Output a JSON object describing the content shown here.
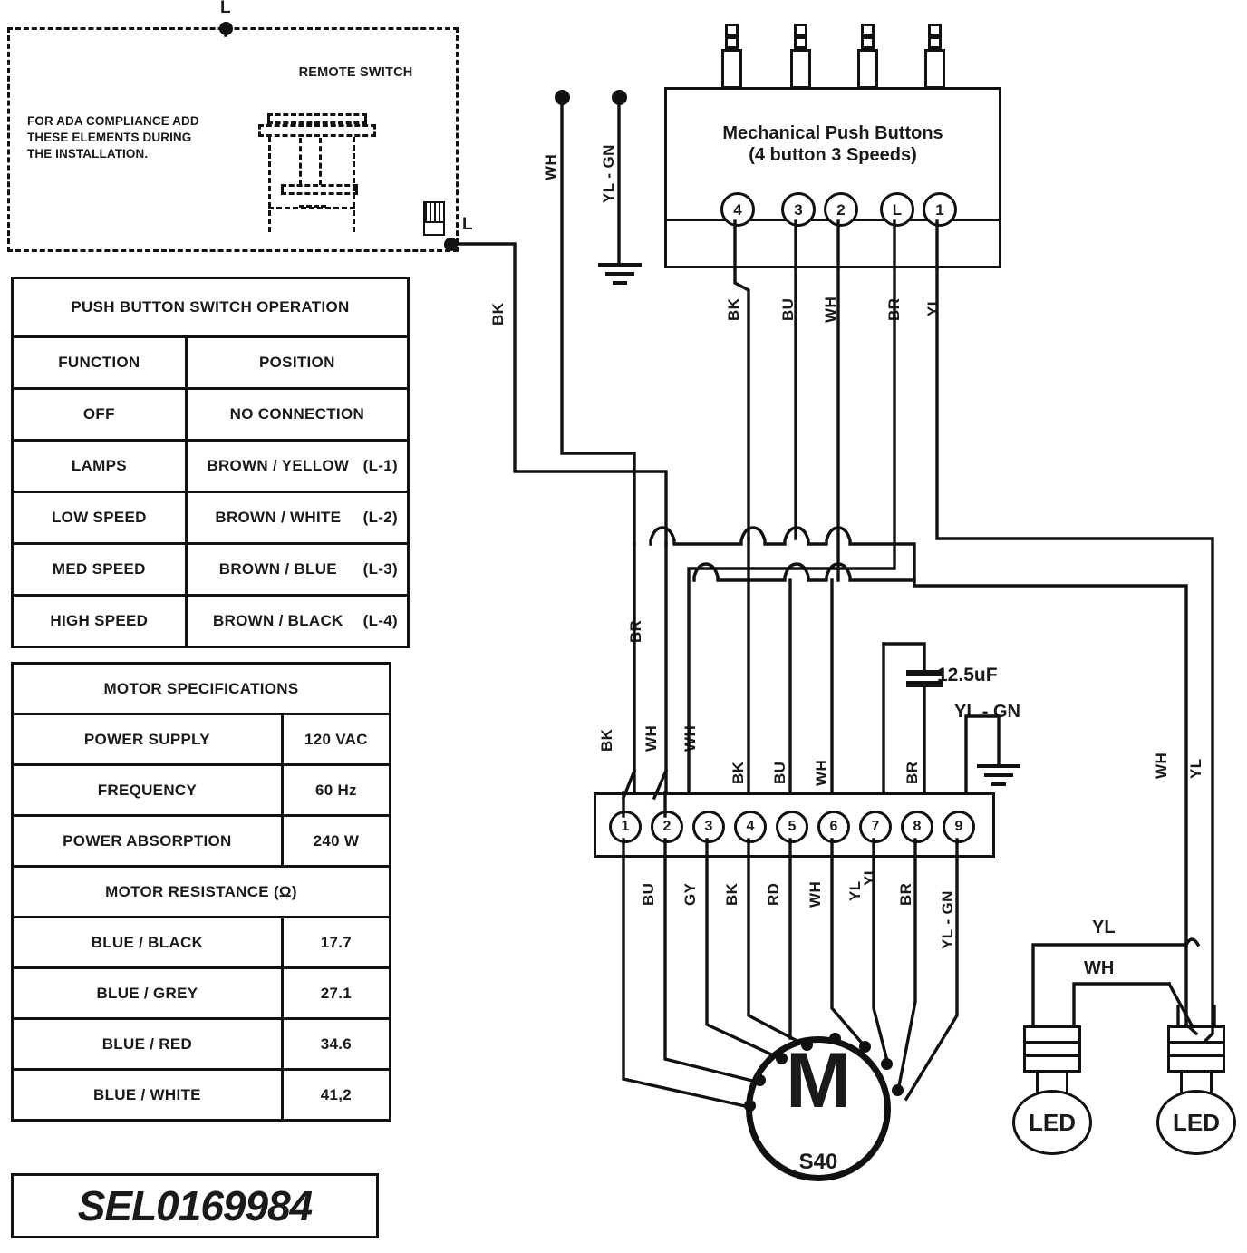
{
  "ada_panel": {
    "note": "FOR ADA COMPLIANCE ADD THESE ELEMENTS DURING THE INSTALLATION.",
    "remote_switch_title": "REMOTE SWITCH",
    "terminal_top_label": "L",
    "terminal_right_label": "L"
  },
  "push_button_table": {
    "title": "PUSH BUTTON SWITCH OPERATION",
    "headers": [
      "FUNCTION",
      "POSITION"
    ],
    "rows": [
      {
        "function": "OFF",
        "position": "NO CONNECTION",
        "code": ""
      },
      {
        "function": "LAMPS",
        "position": "BROWN / YELLOW",
        "code": "(L-1)"
      },
      {
        "function": "LOW SPEED",
        "position": "BROWN / WHITE",
        "code": "(L-2)"
      },
      {
        "function": "MED SPEED",
        "position": "BROWN / BLUE",
        "code": "(L-3)"
      },
      {
        "function": "HIGH SPEED",
        "position": "BROWN / BLACK",
        "code": "(L-4)"
      }
    ]
  },
  "motor_spec_table": {
    "title": "MOTOR SPECIFICATIONS",
    "specs": [
      {
        "label": "POWER SUPPLY",
        "value": "120 VAC"
      },
      {
        "label": "FREQUENCY",
        "value": "60 Hz"
      },
      {
        "label": "POWER ABSORPTION",
        "value": "240 W"
      }
    ],
    "resistance_title": "MOTOR RESISTANCE (Ω)",
    "resistances": [
      {
        "label": "BLUE / BLACK",
        "value": "17.7"
      },
      {
        "label": "BLUE / GREY",
        "value": "27.1"
      },
      {
        "label": "BLUE / RED",
        "value": "34.6"
      },
      {
        "label": "BLUE / WHITE",
        "value": "41,2"
      }
    ]
  },
  "part_number": "SEL0169984",
  "push_button_module": {
    "title_line1": "Mechanical Push Buttons",
    "title_line2": "(4 button 3 Speeds)",
    "terminals": [
      "4",
      "3",
      "2",
      "L",
      "1"
    ],
    "terminal_wires": [
      "BK",
      "BU",
      "WH",
      "BR",
      "YL"
    ],
    "button_count": 4
  },
  "supply": {
    "neutral_label": "WH",
    "ground_label": "YL - GN",
    "line_label": "BK"
  },
  "terminal_block": {
    "terminals": [
      "1",
      "2",
      "3",
      "4",
      "5",
      "6",
      "7",
      "8",
      "9"
    ],
    "top_wires": [
      "BK",
      "WH",
      "WH",
      "BK",
      "BU",
      "WH",
      "BR"
    ],
    "bottom_wires": [
      "BU",
      "GY",
      "BK",
      "RD",
      "WH",
      "YL",
      "YL",
      "BR",
      "YL - GN"
    ],
    "left_upper_wires": [
      "BR"
    ]
  },
  "capacitor": {
    "value": "12.5uF"
  },
  "earth": {
    "label": "YL - GN"
  },
  "motor": {
    "symbol": "M",
    "model": "S40"
  },
  "leds": {
    "label": "LED",
    "wire_yl": "YL",
    "wire_wh": "WH",
    "right_vertical_wh": "WH",
    "right_vertical_yl": "YL"
  }
}
